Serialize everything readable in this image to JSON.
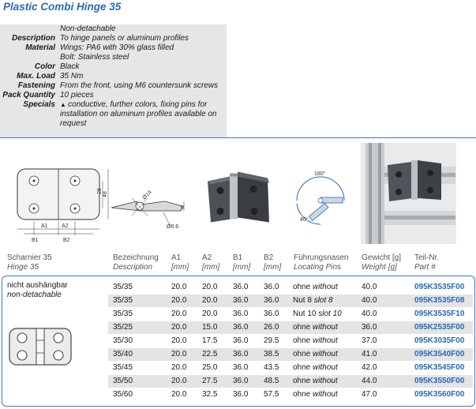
{
  "title": "Plastic Combi Hinge 35",
  "specs": [
    {
      "label": "",
      "value": "Non-detachable"
    },
    {
      "label": "Description",
      "value": "To hinge panels or aluminum profiles"
    },
    {
      "label": "Material",
      "value": "Wings: PA6 with 30% glass filled"
    },
    {
      "label": "",
      "value": "Bolt: Stainless steel"
    },
    {
      "label": "Color",
      "value": "Black"
    },
    {
      "label": "Max. Load",
      "value": "35 Nm"
    },
    {
      "label": "Fastening",
      "value": "From the front, using M6 countersunk screws"
    },
    {
      "label": "Pack Quantity",
      "value": "10 pieces"
    },
    {
      "label": "Specials",
      "value": "conductive, further colors, fixing pins for installation on aluminum profiles available on request"
    }
  ],
  "drawing": {
    "a1": "A1",
    "a2": "A2",
    "b1": "B1",
    "b2": "B2",
    "dim_28": "28",
    "dim_48": "48",
    "dim_9": "9",
    "dim_66": "Ø6.6",
    "dim_14": "Ø14",
    "angle_180": "180°",
    "angle_40": "40°"
  },
  "table": {
    "headers": [
      {
        "de": "Scharnier 35",
        "en": "Hinge 35"
      },
      {
        "de": "Bezeichnung",
        "en": "Description"
      },
      {
        "de": "A1",
        "en": "[mm]"
      },
      {
        "de": "A2",
        "en": "[mm]"
      },
      {
        "de": "B1",
        "en": "[mm]"
      },
      {
        "de": "B2",
        "en": "[mm]"
      },
      {
        "de": "Führungsnasen",
        "en": "Locating Pins"
      },
      {
        "de": "Gewicht [g]",
        "en": "Weight [g]"
      },
      {
        "de": "Teil-Nr.",
        "en": "Part #"
      }
    ],
    "group": {
      "de": "nicht aushängbar",
      "en": "non-detachable"
    },
    "rows": [
      {
        "desc": "35/35",
        "a1": "20.0",
        "a2": "20.0",
        "b1": "36.0",
        "b2": "36.0",
        "pins_de": "ohne",
        "pins_en": "without",
        "weight": "40.0",
        "part": "095K3535F00"
      },
      {
        "desc": "35/35",
        "a1": "20.0",
        "a2": "20.0",
        "b1": "36.0",
        "b2": "36.0",
        "pins_de": "Nut 8",
        "pins_en": "slot 8",
        "weight": "40.0",
        "part": "095K3535F08"
      },
      {
        "desc": "35/35",
        "a1": "20.0",
        "a2": "20.0",
        "b1": "36.0",
        "b2": "36.0",
        "pins_de": "Nut 10",
        "pins_en": "slot 10",
        "weight": "40.0",
        "part": "095K3535F10"
      },
      {
        "desc": "35/25",
        "a1": "20.0",
        "a2": "15.0",
        "b1": "36.0",
        "b2": "26.0",
        "pins_de": "ohne",
        "pins_en": "without",
        "weight": "36.0",
        "part": "095K2535F00"
      },
      {
        "desc": "35/30",
        "a1": "20.0",
        "a2": "17.5",
        "b1": "36.0",
        "b2": "29.5",
        "pins_de": "ohne",
        "pins_en": "without",
        "weight": "37.0",
        "part": "095K3035F00"
      },
      {
        "desc": "35/40",
        "a1": "20.0",
        "a2": "22.5",
        "b1": "36.0",
        "b2": "38.5",
        "pins_de": "ohne",
        "pins_en": "without",
        "weight": "41.0",
        "part": "095K3540F00"
      },
      {
        "desc": "35/45",
        "a1": "20.0",
        "a2": "25.0",
        "b1": "36.0",
        "b2": "43.5",
        "pins_de": "ohne",
        "pins_en": "without",
        "weight": "42.0",
        "part": "095K3545F00"
      },
      {
        "desc": "35/50",
        "a1": "20.0",
        "a2": "27.5",
        "b1": "36.0",
        "b2": "48.5",
        "pins_de": "ohne",
        "pins_en": "without",
        "weight": "44.0",
        "part": "095K3550F00"
      },
      {
        "desc": "35/60",
        "a1": "20.0",
        "a2": "32.5",
        "b1": "36.0",
        "b2": "57.5",
        "pins_de": "ohne",
        "pins_en": "without",
        "weight": "47.0",
        "part": "095K3560F00"
      }
    ]
  }
}
